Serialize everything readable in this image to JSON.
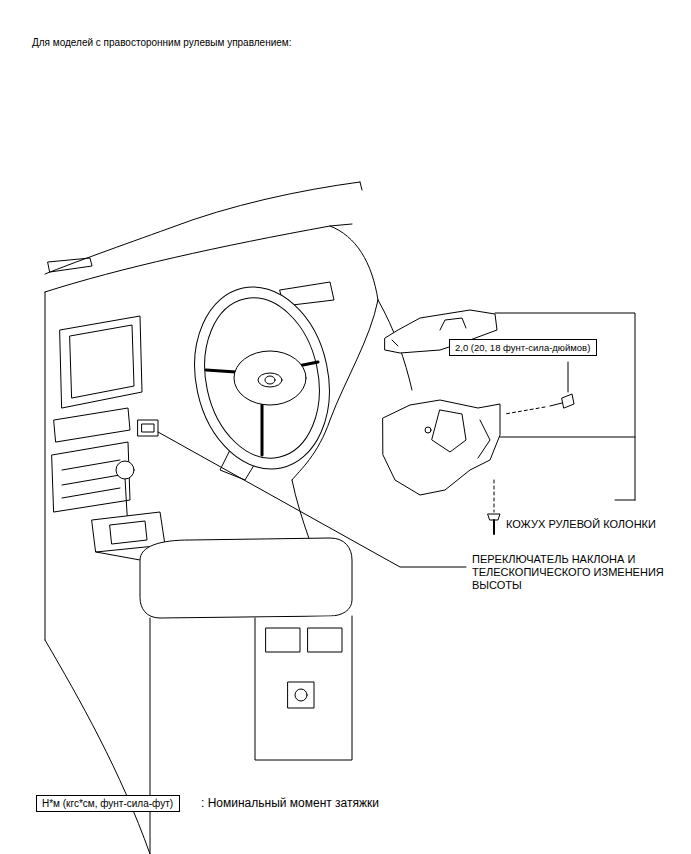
{
  "diagram": {
    "title": "Для моделей с правосторонним рулевым управлением:",
    "nodes": [
      {
        "text": [
          "2,0 (20, 18 фунт-сила-дюймов)"
        ]
      },
      {
        "text": [
          "Н*м (кгс*см, фунт-сила-фут)"
        ]
      }
    ],
    "labels": [
      "КОЖУХ РУЛЕВОЙ КОЛОНКИ",
      "ПЕРЕКЛЮЧАТЕЛЬ НАКЛОНА И ТЕЛЕСКОПИЧЕСКОГО ИЗМЕНЕНИЯ ВЫСОТЫ",
      ": Номинальный момент затяжки"
    ]
  }
}
